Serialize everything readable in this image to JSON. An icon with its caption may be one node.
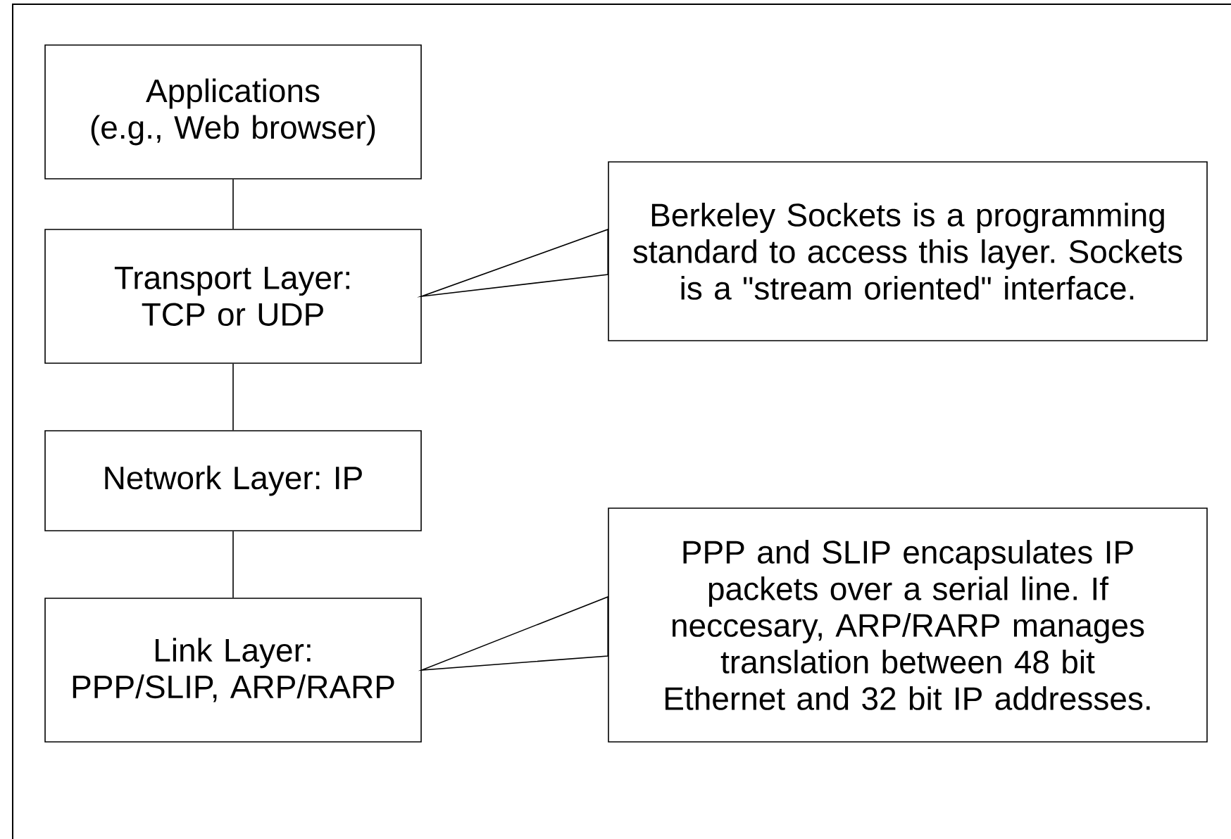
{
  "diagram": {
    "nodes": [
      {
        "text": [
          "Applications",
          "(e.g., Web browser)"
        ]
      },
      {
        "text": [
          "Transport Layer:",
          "TCP or UDP"
        ]
      },
      {
        "text": [
          "Berkeley Sockets is a programming standard to access this layer. Sockets is a \"stream oriented\" interface."
        ]
      },
      {
        "text": [
          "Network Layer: IP"
        ]
      },
      {
        "text": [
          "Link Layer:",
          "PPP/SLIP, ARP/RARP"
        ]
      },
      {
        "text": [
          "PPP and SLIP encapsulates IP packets over a serial line. If neccesary, ARP/RARP manages translation between 48 bit Ethernet and 32 bit IP addresses."
        ]
      }
    ],
    "edges": [
      {
        "from": 0,
        "to": 1,
        "arrow": "none"
      },
      {
        "from": 1,
        "to": 3,
        "arrow": "none"
      },
      {
        "from": 3,
        "to": 4,
        "arrow": "none"
      },
      {
        "from": 2,
        "to": 1,
        "arrow": "none"
      },
      {
        "from": 5,
        "to": 4,
        "arrow": "none"
      }
    ]
  }
}
